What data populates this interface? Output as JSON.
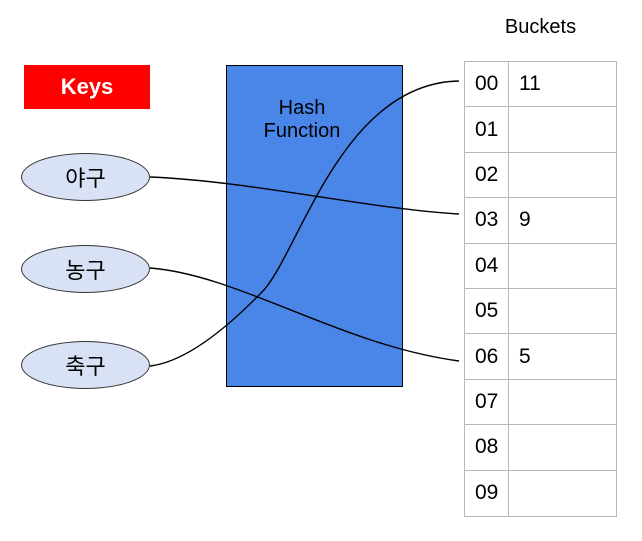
{
  "keys": {
    "label": "Keys",
    "items": [
      {
        "label": "야구"
      },
      {
        "label": "농구"
      },
      {
        "label": "축구"
      }
    ]
  },
  "hash_function": {
    "label": "Hash Function"
  },
  "buckets": {
    "title": "Buckets",
    "rows": [
      {
        "index": "00",
        "value": "11"
      },
      {
        "index": "01",
        "value": ""
      },
      {
        "index": "02",
        "value": ""
      },
      {
        "index": "03",
        "value": "9"
      },
      {
        "index": "04",
        "value": ""
      },
      {
        "index": "05",
        "value": ""
      },
      {
        "index": "06",
        "value": "5"
      },
      {
        "index": "07",
        "value": ""
      },
      {
        "index": "08",
        "value": ""
      },
      {
        "index": "09",
        "value": ""
      }
    ]
  },
  "connections": [
    {
      "from": "야구",
      "to": "03"
    },
    {
      "from": "농구",
      "to": "06"
    },
    {
      "from": "축구",
      "to": "00"
    }
  ],
  "colors": {
    "keys_box": "#ff0000",
    "keys_text": "#ffffff",
    "hash_box_fill": "#4a86e8",
    "hash_box_border": "#000000",
    "ellipse_fill": "#d9e2f5",
    "ellipse_border": "#333333",
    "table_border": "#b7b7b7",
    "connector": "#000000"
  }
}
